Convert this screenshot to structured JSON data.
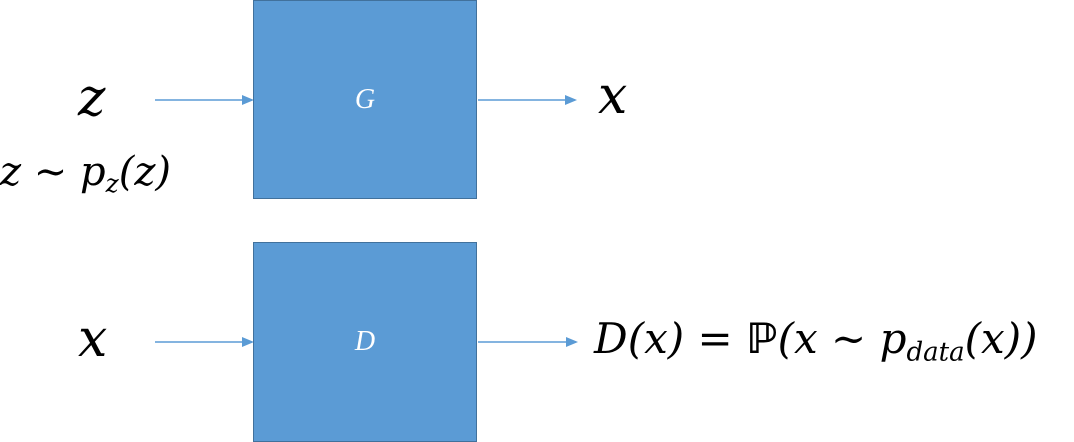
{
  "generator": {
    "input_symbol": "z",
    "input_distribution": {
      "lhs": "z",
      "op": "∼",
      "p": "p",
      "sub": "z",
      "arg": "(z)"
    },
    "box_label": "G",
    "output_symbol": "x"
  },
  "discriminator": {
    "input_symbol": "x",
    "box_label": "D",
    "output_expression": {
      "lhs": "D",
      "lhs_arg": "(x)",
      "eq": "=",
      "prob": "ℙ",
      "open": "(x",
      "op": "∼",
      "p": "p",
      "sub": "data",
      "arg": "(x))"
    }
  },
  "colors": {
    "box_fill": "#5b9bd5",
    "box_border": "#41719c",
    "arrow": "#5b9bd5",
    "label": "#ffffff"
  }
}
